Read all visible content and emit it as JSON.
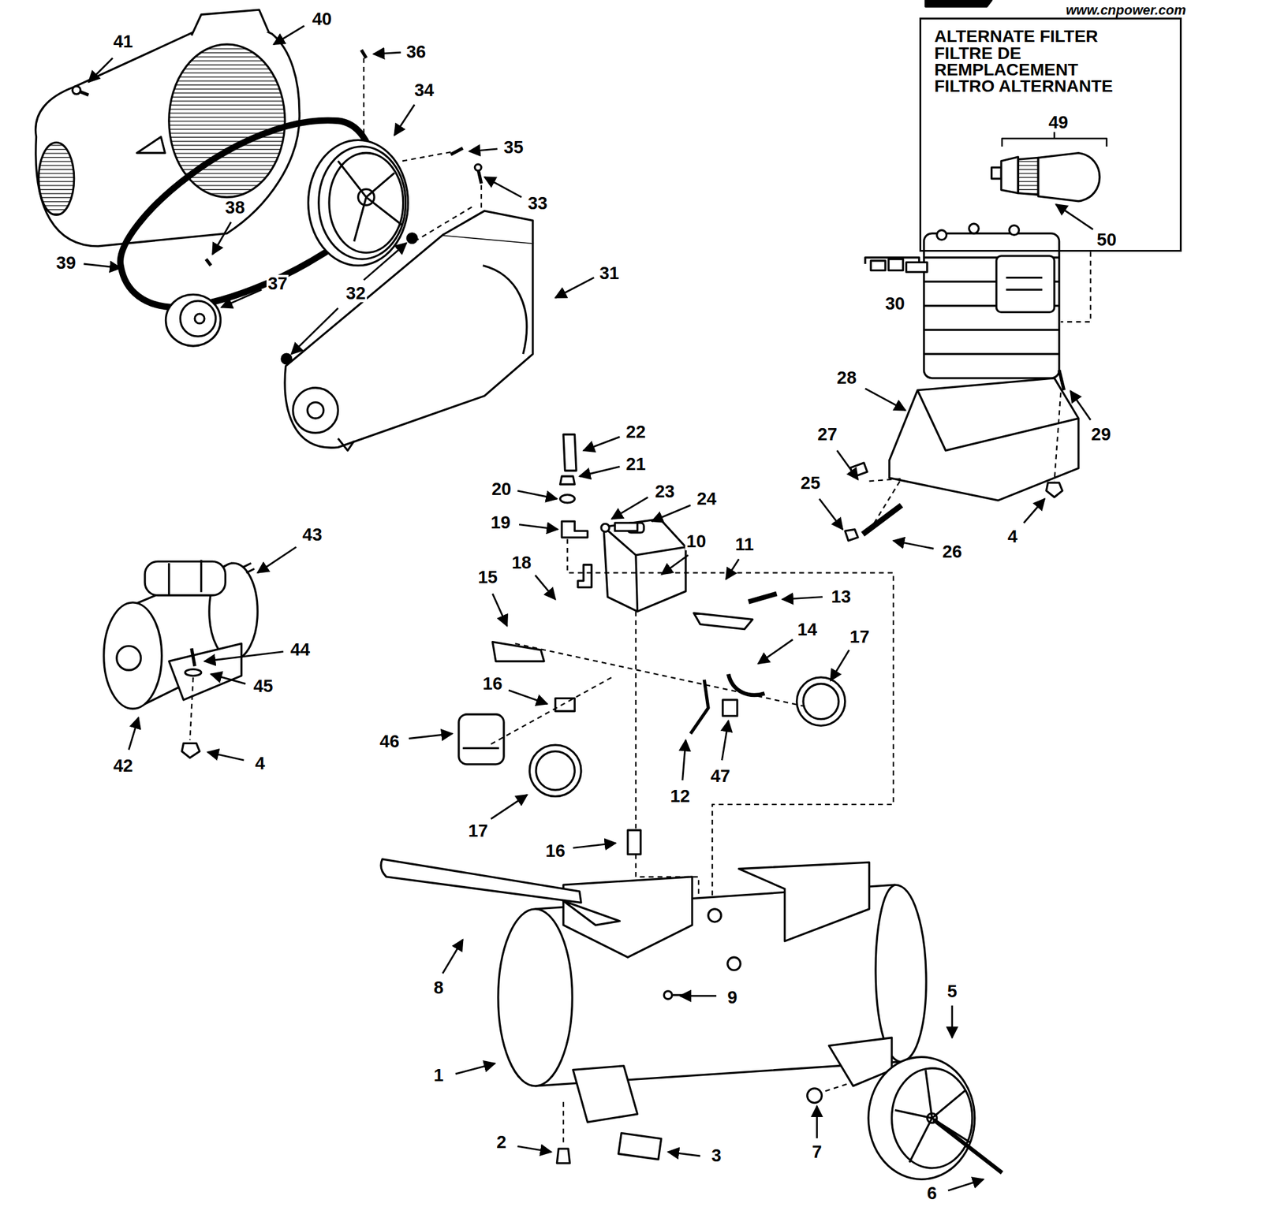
{
  "diagram": {
    "nodes": [
      {
        "text": [
          "ALTERNATE FILTER",
          "FILTRE DE REMPLACEMENT",
          "FILTRO ALTERNANTE"
        ]
      }
    ],
    "labels": [
      "www.cnpower.com",
      "40",
      "41",
      "36",
      "34",
      "35",
      "33",
      "38",
      "39",
      "37",
      "32",
      "31",
      "49",
      "50",
      "30",
      "28",
      "27",
      "29",
      "25",
      "4",
      "26",
      "22",
      "21",
      "20",
      "23",
      "24",
      "19",
      "43",
      "10",
      "11",
      "18",
      "15",
      "13",
      "14",
      "17",
      "44",
      "45",
      "16",
      "46",
      "12",
      "47",
      "42",
      "4",
      "17",
      "16",
      "8",
      "9",
      "1",
      "5",
      "2",
      "3",
      "7",
      "6"
    ]
  }
}
